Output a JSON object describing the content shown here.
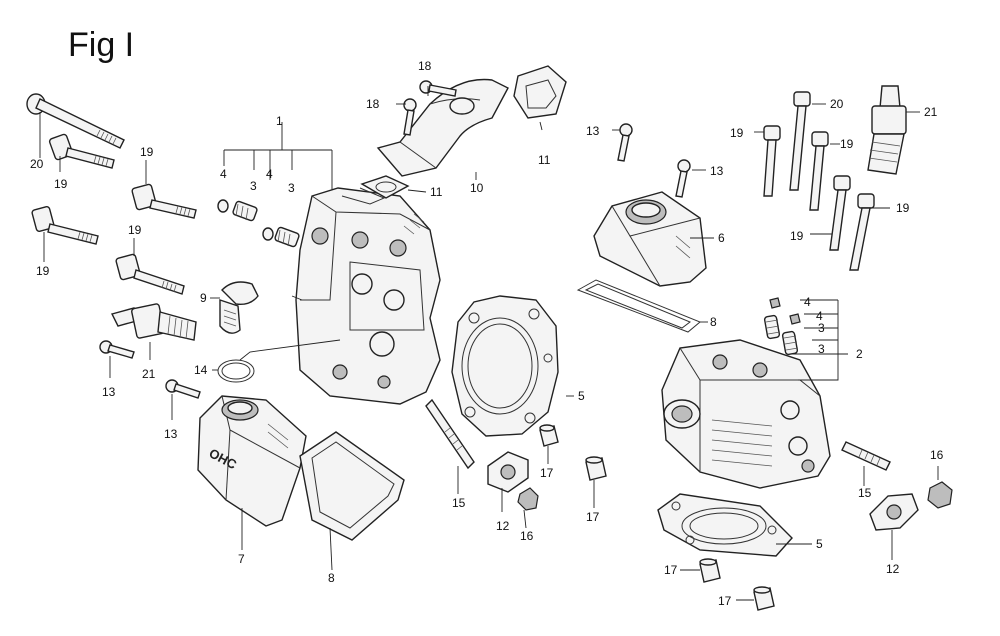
{
  "figure": {
    "title": "Fig I",
    "stamp_text": "OHC"
  },
  "callouts": [
    "1",
    "2",
    "3",
    "4",
    "5",
    "6",
    "7",
    "8",
    "9",
    "10",
    "11",
    "12",
    "13",
    "14",
    "15",
    "16",
    "17",
    "18",
    "19",
    "20",
    "21"
  ]
}
